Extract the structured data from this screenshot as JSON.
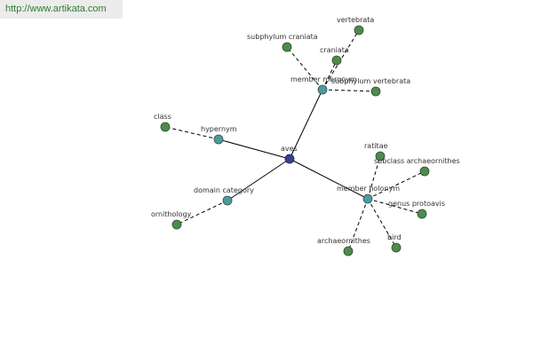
{
  "url": "http://www.artikata.com",
  "colors": {
    "root": "#3a3f8f",
    "relation": "#4f9a9a",
    "leaf": "#4e8a4e"
  },
  "nodes": [
    {
      "id": "aves",
      "label": "aves",
      "kind": "root"
    },
    {
      "id": "hypernym",
      "label": "hypernym",
      "kind": "relation"
    },
    {
      "id": "member-meronym",
      "label": "member meronym",
      "kind": "relation"
    },
    {
      "id": "member-holonym",
      "label": "member holonym",
      "kind": "relation"
    },
    {
      "id": "domain-category",
      "label": "domain category",
      "kind": "relation"
    },
    {
      "id": "class",
      "label": "class",
      "kind": "leaf"
    },
    {
      "id": "subphylum-craniata",
      "label": "subphylum craniata",
      "kind": "leaf"
    },
    {
      "id": "vertebrata",
      "label": "vertebrata",
      "kind": "leaf"
    },
    {
      "id": "craniata",
      "label": "craniata",
      "kind": "leaf"
    },
    {
      "id": "subphylum-vertebrata",
      "label": "subphylum vertebrata",
      "kind": "leaf"
    },
    {
      "id": "ratitae",
      "label": "ratitae",
      "kind": "leaf"
    },
    {
      "id": "subclass-archaeornithes",
      "label": "subclass archaeornithes",
      "kind": "leaf"
    },
    {
      "id": "genus-protoavis",
      "label": "genus protoavis",
      "kind": "leaf"
    },
    {
      "id": "bird",
      "label": "bird",
      "kind": "leaf"
    },
    {
      "id": "archaeornithes",
      "label": "archaeornithes",
      "kind": "leaf"
    },
    {
      "id": "ornithology",
      "label": "ornithology",
      "kind": "leaf"
    }
  ],
  "edges": [
    {
      "from": "aves",
      "to": "hypernym",
      "style": "solid"
    },
    {
      "from": "aves",
      "to": "member-meronym",
      "style": "solid"
    },
    {
      "from": "aves",
      "to": "member-holonym",
      "style": "solid"
    },
    {
      "from": "aves",
      "to": "domain-category",
      "style": "solid"
    },
    {
      "from": "hypernym",
      "to": "class",
      "style": "dashed"
    },
    {
      "from": "member-meronym",
      "to": "subphylum-craniata",
      "style": "dashed"
    },
    {
      "from": "member-meronym",
      "to": "vertebrata",
      "style": "dashed"
    },
    {
      "from": "member-meronym",
      "to": "craniata",
      "style": "dashed"
    },
    {
      "from": "member-meronym",
      "to": "subphylum-vertebrata",
      "style": "dashed"
    },
    {
      "from": "member-holonym",
      "to": "ratitae",
      "style": "dashed"
    },
    {
      "from": "member-holonym",
      "to": "subclass-archaeornithes",
      "style": "dashed"
    },
    {
      "from": "member-holonym",
      "to": "genus-protoavis",
      "style": "dashed"
    },
    {
      "from": "member-holonym",
      "to": "bird",
      "style": "dashed"
    },
    {
      "from": "member-holonym",
      "to": "archaeornithes",
      "style": "dashed"
    },
    {
      "from": "domain-category",
      "to": "ornithology",
      "style": "dashed"
    }
  ]
}
